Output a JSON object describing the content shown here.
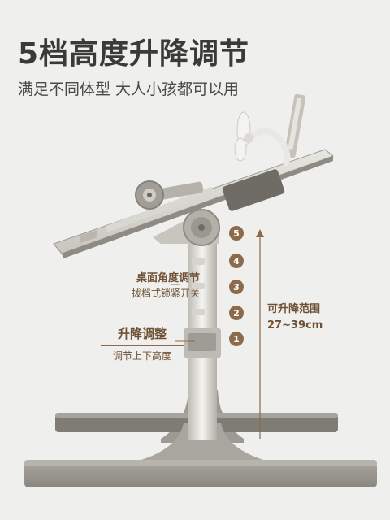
{
  "heading": {
    "title": "5档高度升降调节",
    "subtitle": "满足不同体型 大人小孩都可以用"
  },
  "steps": [
    "5",
    "4",
    "3",
    "2",
    "1"
  ],
  "annotations": {
    "tilt_title": "桌面角度调节",
    "tilt_sub": "拨档式锁紧开关",
    "height_title": "升降调整",
    "height_sub": "调节上下高度",
    "range_title": "可升降范围",
    "range_value": "27~39cm"
  },
  "colors": {
    "background": "#efefed",
    "accent": "#8d6a4a",
    "desk_gray": "#9e9b94",
    "desk_light": "#cfcdc7"
  }
}
